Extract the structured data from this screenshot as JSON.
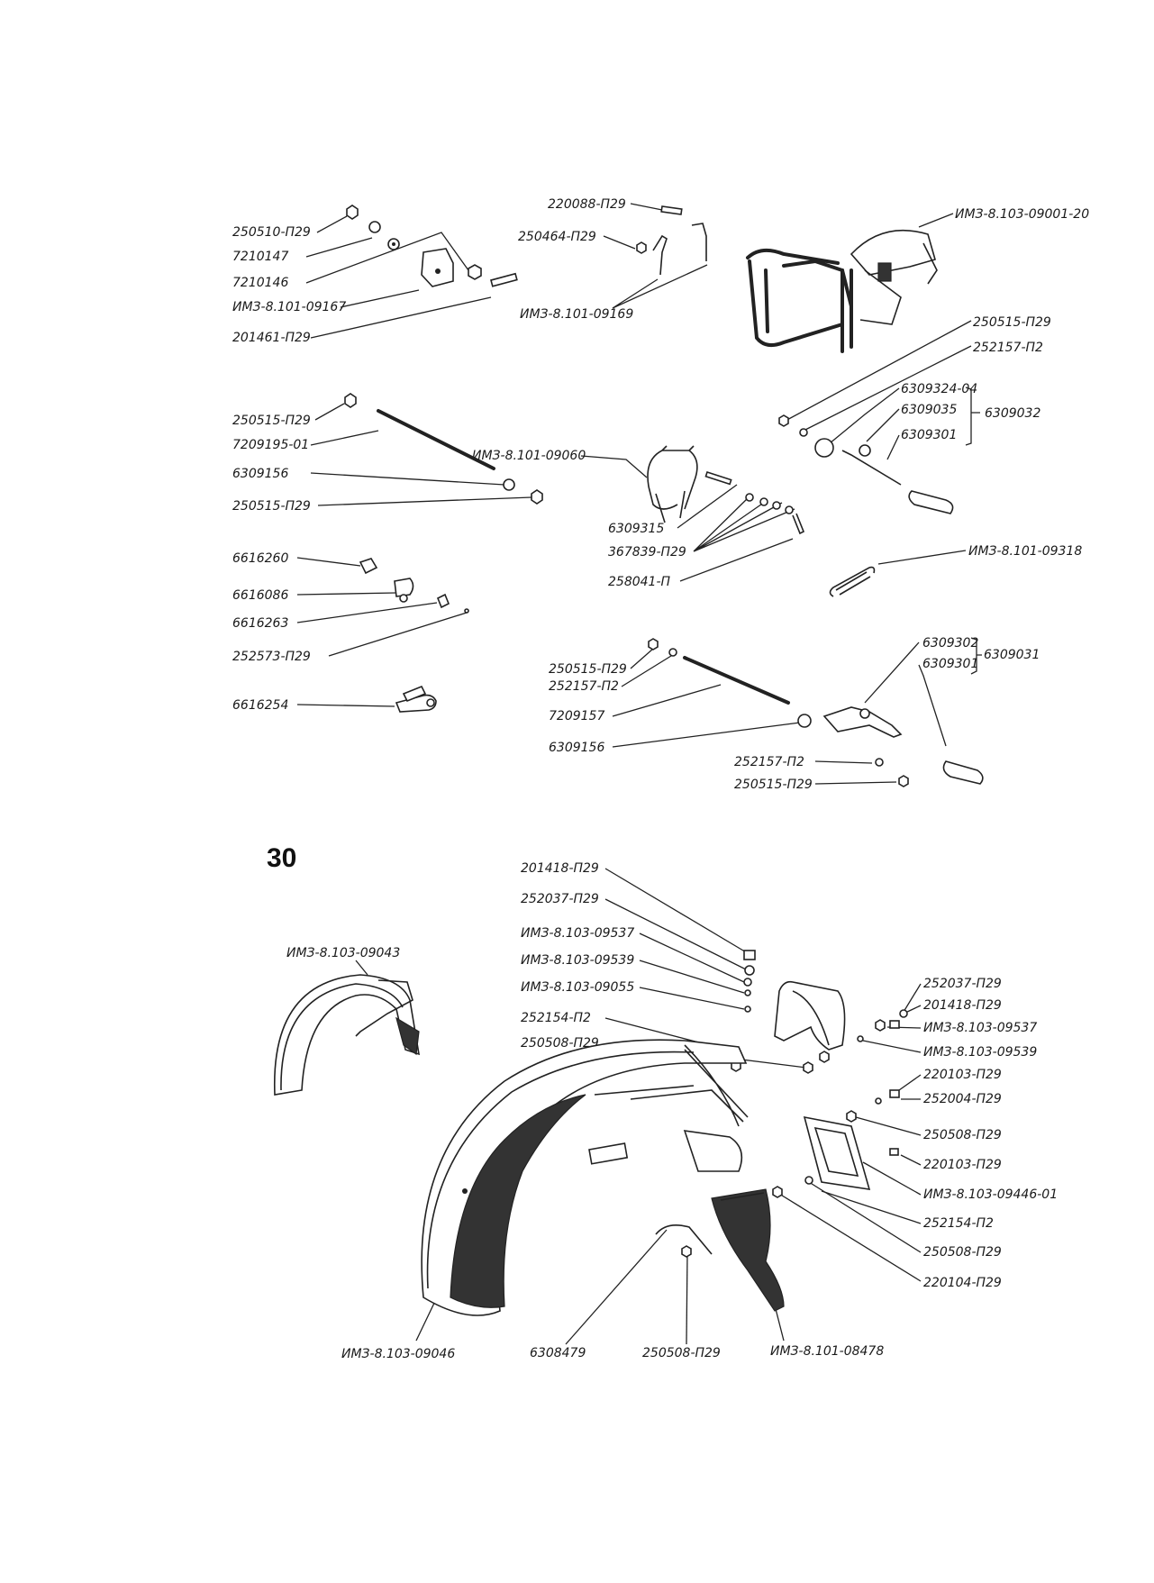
{
  "figure_number": "30",
  "labels": {
    "a1": "250510-П29",
    "a2": "7210147",
    "a3": "7210146",
    "a4": "ИМЗ-8.101-09167",
    "a5": "201461-П29",
    "b1": "220088-П29",
    "b2": "250464-П29",
    "b3": "ИМЗ-8.101-09169",
    "c1": "ИМЗ-8.103-09001-20",
    "c2": "250515-П29",
    "c3": "252157-П2",
    "c4": "6309324-04",
    "c5": "6309035",
    "c6": "6309301",
    "c7": "6309032",
    "d1": "250515-П29",
    "d2": "7209195-01",
    "d3": "6309156",
    "d4": "250515-П29",
    "d5": "ИМЗ-8.101-09060",
    "d6": "6309315",
    "d7": "367839-П29",
    "d8": "258041-П",
    "e1": "6616260",
    "e2": "6616086",
    "e3": "6616263",
    "e4": "252573-П29",
    "e5": "6616254",
    "f1": "ИМЗ-8.101-09318",
    "g1": "250515-П29",
    "g2": "252157-П2",
    "g3": "7209157",
    "g4": "6309156",
    "g5": "6309302",
    "g6": "6309301",
    "g7": "6309031",
    "g8": "252157-П2",
    "g9": "250515-П29",
    "h1": "201418-П29",
    "h2": "252037-П29",
    "h3": "ИМЗ-8.103-09537",
    "h4": "ИМЗ-8.103-09539",
    "h5": "ИМЗ-8.103-09055",
    "h6": "252154-П2",
    "h7": "250508-П29",
    "i1": "ИМЗ-8.103-09043",
    "j1": "252037-П29",
    "j2": "201418-П29",
    "j3": "ИМЗ-8.103-09537",
    "j4": "ИМЗ-8.103-09539",
    "j5": "220103-П29",
    "j6": "252004-П29",
    "j7": "250508-П29",
    "j8": "220103-П29",
    "j9": "ИМЗ-8.103-09446-01",
    "j10": "252154-П2",
    "j11": "250508-П29",
    "j12": "220104-П29",
    "k1": "ИМЗ-8.103-09046",
    "k2": "6308479",
    "k3": "250508-П29",
    "k4": "ИМЗ-8.101-08478"
  }
}
